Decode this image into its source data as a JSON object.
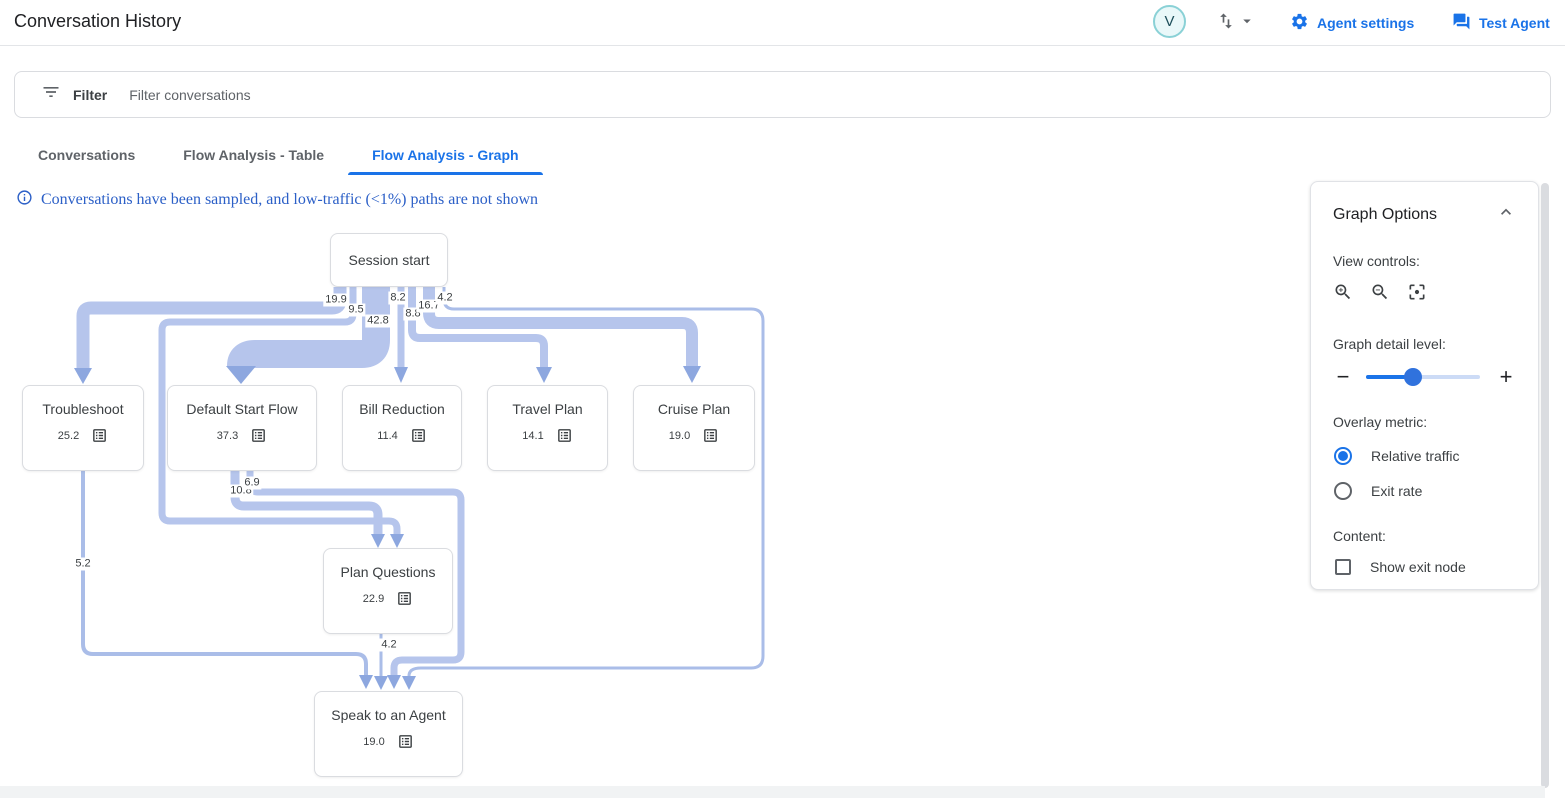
{
  "header": {
    "title": "Conversation History",
    "avatar_initial": "V",
    "agent_settings_label": "Agent settings",
    "test_agent_label": "Test Agent"
  },
  "filter_bar": {
    "label": "Filter",
    "placeholder": "Filter conversations"
  },
  "tabs": [
    {
      "label": "Conversations",
      "active": false
    },
    {
      "label": "Flow Analysis - Table",
      "active": false
    },
    {
      "label": "Flow Analysis - Graph",
      "active": true
    }
  ],
  "notice": {
    "text": "Conversations have been sampled, and low-traffic (<1%) paths are not shown"
  },
  "graph": {
    "nodes": [
      {
        "id": "session-start",
        "label": "Session start",
        "value": ""
      },
      {
        "id": "troubleshoot",
        "label": "Troubleshoot",
        "value": "25.2"
      },
      {
        "id": "default-start-flow",
        "label": "Default Start Flow",
        "value": "37.3"
      },
      {
        "id": "bill-reduction",
        "label": "Bill Reduction",
        "value": "11.4"
      },
      {
        "id": "travel-plan",
        "label": "Travel Plan",
        "value": "14.1"
      },
      {
        "id": "cruise-plan",
        "label": "Cruise Plan",
        "value": "19.0"
      },
      {
        "id": "plan-questions",
        "label": "Plan Questions",
        "value": "22.9"
      },
      {
        "id": "speak-to-an-agent",
        "label": "Speak to an Agent",
        "value": "19.0"
      }
    ],
    "edges": [
      {
        "from": "Session start",
        "to": "Troubleshoot",
        "value": "19.9"
      },
      {
        "from": "Session start",
        "to": "Plan Questions",
        "value": "9.5"
      },
      {
        "from": "Session start",
        "to": "Default Start Flow",
        "value": "42.8"
      },
      {
        "from": "Session start",
        "to": "Bill Reduction",
        "value": "8.2"
      },
      {
        "from": "Session start",
        "to": "Travel Plan",
        "value": "8.8"
      },
      {
        "from": "Session start",
        "to": "Cruise Plan",
        "value": "16.7"
      },
      {
        "from": "Session start",
        "to": "Speak to an Agent",
        "value": "4.2"
      },
      {
        "from": "Default Start Flow",
        "to": "Plan Questions",
        "value": "10.8"
      },
      {
        "from": "Default Start Flow",
        "to": "Speak to an Agent",
        "value": "6.9"
      },
      {
        "from": "Troubleshoot",
        "to": "Speak to an Agent",
        "value": "5.2"
      },
      {
        "from": "Plan Questions",
        "to": "Speak to an Agent",
        "value": "4.2"
      }
    ]
  },
  "graph_options": {
    "title": "Graph Options",
    "view_controls_label": "View controls:",
    "detail_label": "Graph detail level:",
    "detail_percent": 41,
    "overlay_label": "Overlay metric:",
    "overlay_options": [
      {
        "label": "Relative traffic",
        "selected": true
      },
      {
        "label": "Exit rate",
        "selected": false
      }
    ],
    "content_label": "Content:",
    "show_exit_node_label": "Show exit node"
  },
  "colors": {
    "accent": "#1a73e8",
    "edge": "#b6c5ec",
    "arrow": "#8da7df",
    "notice": "#2b5fc7"
  }
}
